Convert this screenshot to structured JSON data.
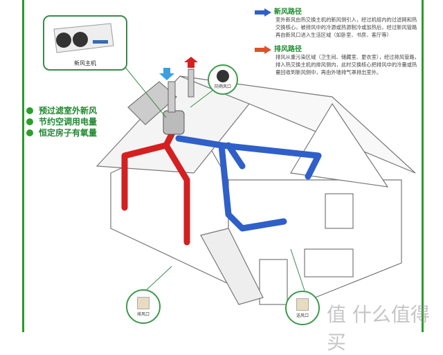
{
  "unit": {
    "label": "新风主机"
  },
  "features": [
    "预过滤室外新风",
    "节约空调用电量",
    "恒定房子有氧量"
  ],
  "legend": [
    {
      "title": "新风路径",
      "text": "室外新风由热交换主机的新风侧引入，经过机组内的过滤网和热交换核心，被排风中的冷源或热源制冷或加热后，经过新风管路再由新风口进入生活区域（如卧室、书房、客厅等）",
      "color": "#2f5fc8"
    },
    {
      "title": "排风路径",
      "text": "排风从重污染区域（卫生间、储藏室、更衣室），经过排风管路，排入热交换主机的排风侧内，此时交换核心把排风中的冷量或热量回收到新风侧中，再由外墙排气罩排出室外。",
      "color": "#e0502a"
    }
  ],
  "callouts": {
    "rain_vent": "防雨风口",
    "exhaust_vent": "排风口",
    "supply_vent": "送风口"
  },
  "watermark": "值 什么值得买",
  "colors": {
    "frame": "#2a9a2a",
    "fresh_air": "#2f5fc8",
    "exhaust": "#d42020"
  }
}
